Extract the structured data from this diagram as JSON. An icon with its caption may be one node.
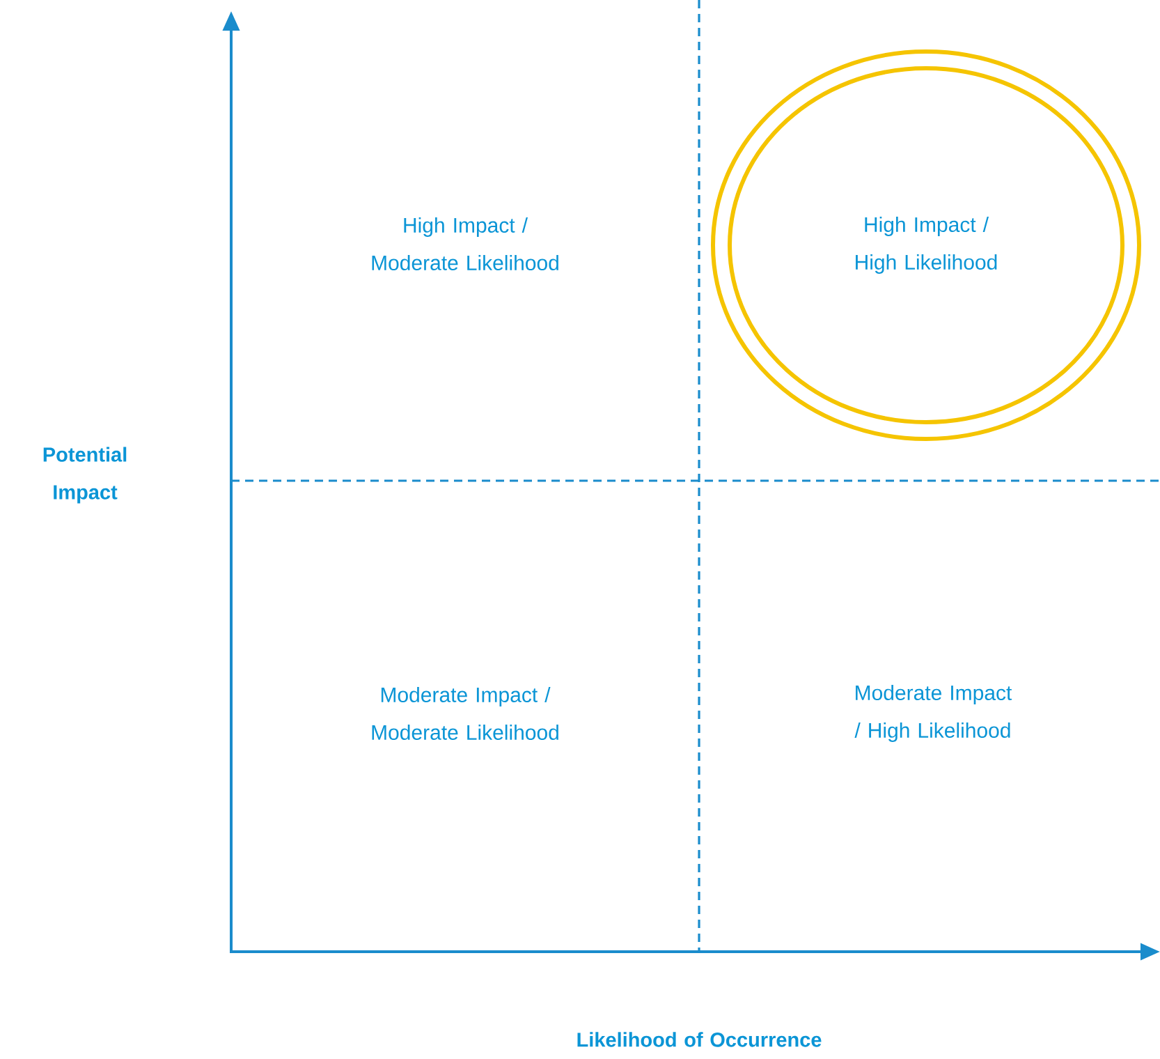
{
  "diagram": {
    "nodes": [
      {
        "text": [
          "High Impact / High Likelihood"
        ]
      }
    ],
    "labels": [
      "High Impact / Moderate Likelihood",
      "Potential Impact",
      "Moderate Impact / Moderate Likelihood",
      "Moderate Impact / High Likelihood",
      "Likelihood of Occurrence"
    ]
  }
}
